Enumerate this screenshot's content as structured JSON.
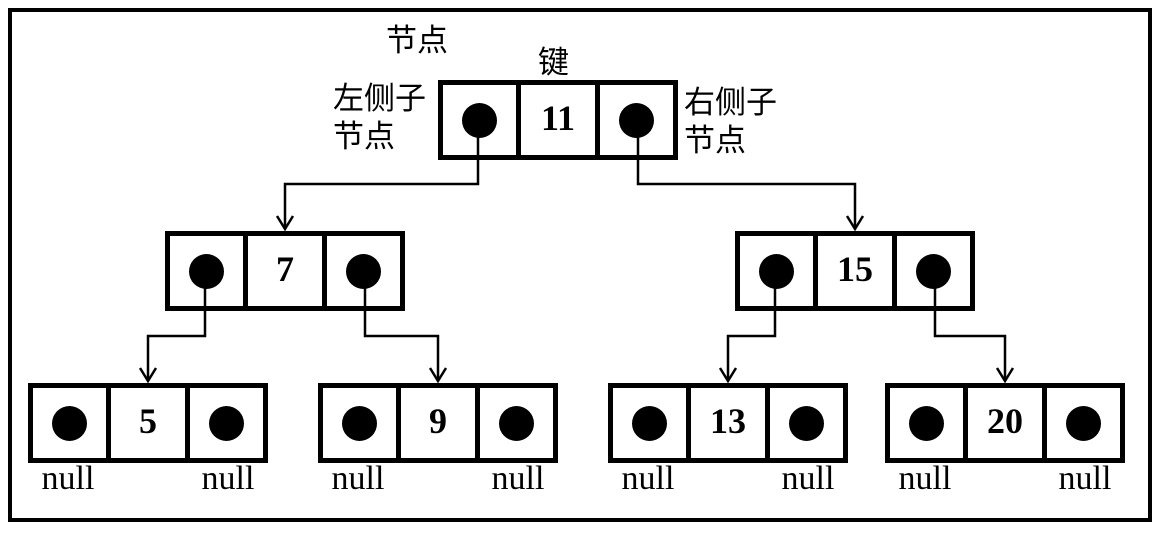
{
  "annotations": {
    "node_label": "节点",
    "key_label": "键",
    "left_child": {
      "line1": "左侧子",
      "line2": "节点"
    },
    "right_child": {
      "line1": "右侧子",
      "line2": "节点"
    }
  },
  "tree": {
    "key": "11",
    "left": {
      "key": "7",
      "left": {
        "key": "5",
        "left": "null",
        "right": "null"
      },
      "right": {
        "key": "9",
        "left": "null",
        "right": "null"
      }
    },
    "right": {
      "key": "15",
      "left": {
        "key": "13",
        "left": "null",
        "right": "null"
      },
      "right": {
        "key": "20",
        "left": "null",
        "right": "null"
      }
    }
  },
  "colors": {
    "line": "#000000",
    "background": "#ffffff"
  }
}
